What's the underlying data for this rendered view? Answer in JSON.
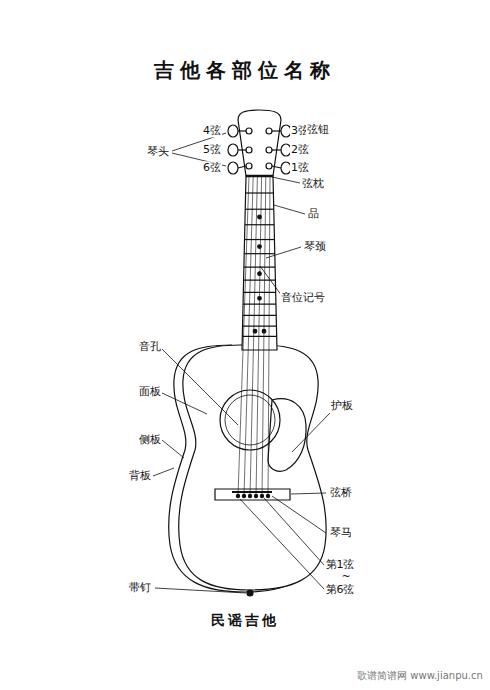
{
  "diagram": {
    "title": "吉他各部位名称",
    "caption": "民谣吉他",
    "labels": [
      "4弦",
      "3弦",
      "弦钮",
      "琴头",
      "5弦",
      "2弦",
      "6弦",
      "1弦",
      "弦枕",
      "品",
      "琴颈",
      "音位记号",
      "音孔",
      "面板",
      "护板",
      "侧板",
      "背板",
      "弦桥",
      "琴马",
      "第1弦",
      "~",
      "第6弦",
      "带钉",
      "歌谱简谱网 www.jianpu.cn"
    ]
  }
}
